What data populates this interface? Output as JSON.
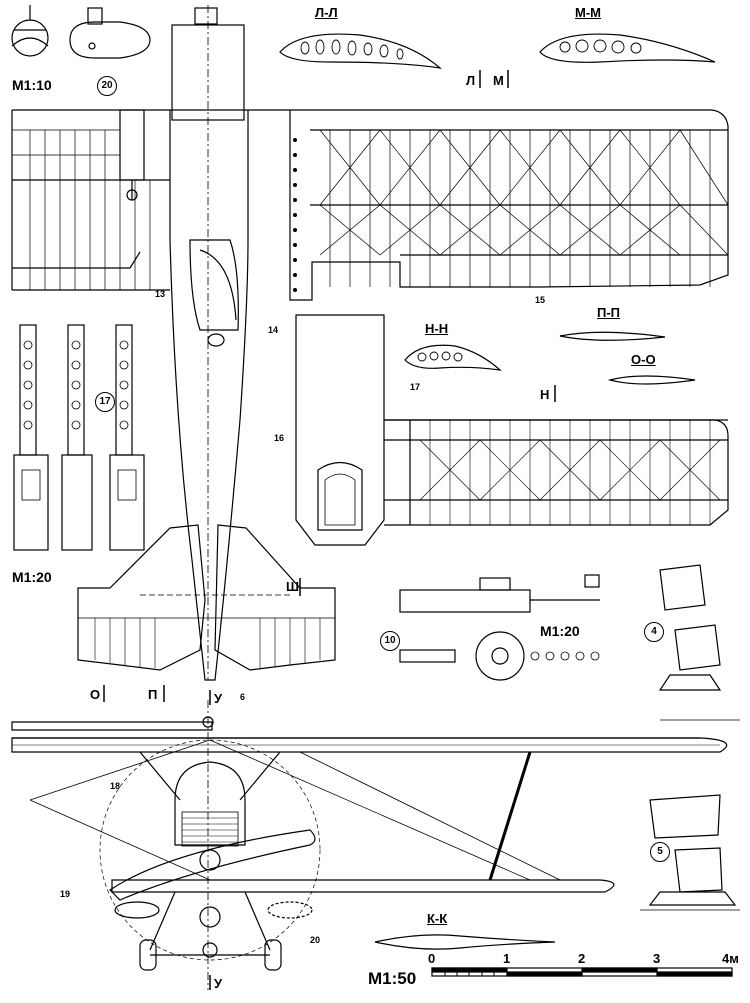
{
  "labels": {
    "section_l": "Л-Л",
    "section_m": "М-М",
    "section_n": "Н-Н",
    "section_p": "П-П",
    "section_o": "О-О",
    "section_k": "К-К",
    "cut_l": "Л",
    "cut_m": "М",
    "cut_n": "Н",
    "cut_o": "О",
    "cut_p": "П",
    "cut_u_top": "У",
    "cut_u_bottom": "У",
    "cut_sh": "Ш",
    "scale_10": "М1:10",
    "scale_20_left": "М1:20",
    "scale_20_right": "М1:20",
    "scale_50": "М1:50",
    "ruler_ticks": [
      "0",
      "1",
      "2",
      "3",
      "4м"
    ]
  },
  "callouts": {
    "n4": "4",
    "n5": "5",
    "n6": "6",
    "n10": "10",
    "n13": "13",
    "n14": "14",
    "n15": "15",
    "n16": "16",
    "n17_left": "17",
    "n17_mid": "17",
    "n18": "18",
    "n19": "19",
    "n20_top": "20",
    "n20_bottom": "20"
  },
  "colors": {
    "ink": "#000000",
    "paper": "#ffffff"
  }
}
